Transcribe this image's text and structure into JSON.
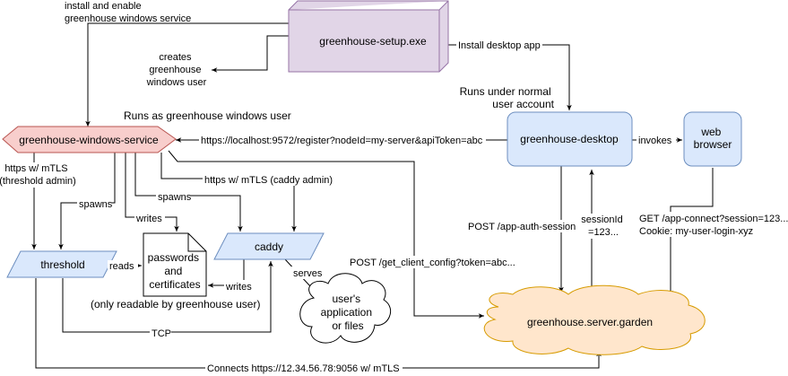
{
  "nodes": {
    "setup_exe": "greenhouse-setup.exe",
    "windows_service": "greenhouse-windows-service",
    "desktop": "greenhouse-desktop",
    "web_browser": [
      "web",
      "browser"
    ],
    "threshold": "threshold",
    "passwords": [
      "passwords",
      "and",
      "certificates"
    ],
    "caddy": "caddy",
    "user_files": [
      "user's",
      "application",
      "or files"
    ],
    "server": "greenhouse.server.garden"
  },
  "colors": {
    "setup_fill": "#e1d5e7",
    "setup_stroke": "#9673a6",
    "service_fill": "#f8cecc",
    "service_stroke": "#b85450",
    "blue_fill": "#dae8fc",
    "blue_stroke": "#6c8ebf",
    "cloud_fill": "#ffe6cc",
    "cloud_stroke": "#d79b00"
  },
  "annotations": {
    "install_enable": [
      "install and enable",
      "greenhouse windows service"
    ],
    "creates_user": [
      "creates",
      "greenhouse",
      "windows user"
    ],
    "runs_as": "Runs as greenhouse windows user",
    "runs_under": [
      "Runs under normal",
      "user account"
    ],
    "only_readable": "(only readable by greenhouse user)"
  },
  "edges": {
    "install_desktop": "Install desktop app",
    "register": "https://localhost:9572/register?nodeId=my-server&apiToken=abc",
    "invokes": "invokes",
    "https_threshold": [
      "https w/ mTLS",
      "(threshold admin)"
    ],
    "https_caddy": "https w/ mTLS (caddy admin)",
    "spawns_threshold": "spawns",
    "spawns_caddy": "spawns",
    "writes_passwords": "writes",
    "reads": "reads",
    "writes_caddy": "writes",
    "serves": "serves",
    "post_auth": "POST /app-auth-session",
    "session_id": [
      "sessionId",
      "=123..."
    ],
    "get_connect": [
      "GET /app-connect?session=123...",
      "Cookie: my-user-login-xyz"
    ],
    "post_config": "POST /get_client_config?token=abc...",
    "tcp": "TCP",
    "connects": "Connects https://12.34.56.78:9056 w/ mTLS"
  }
}
